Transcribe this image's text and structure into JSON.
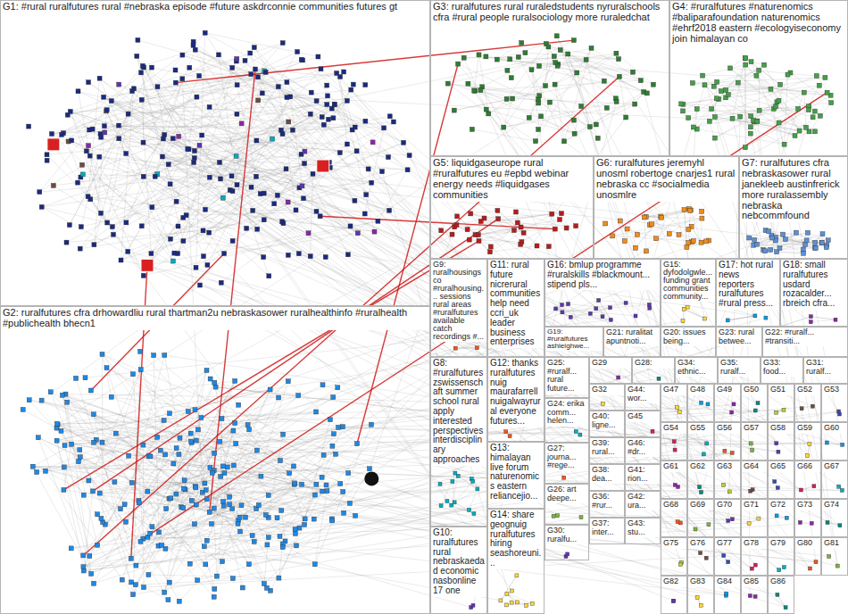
{
  "diagram": {
    "nodes": [
      {
        "text": [
          "G1: #rural ruralfutures rural #nebraska episode #future askdrconnie communities futures gt"
        ]
      },
      {
        "text": [
          "G2: ruralfutures cfra drhowardliu rural thartman2u nebraskasower ruralhealthinfo #ruralhealth #publichealth bhecn1"
        ]
      },
      {
        "text": [
          "G3: ruralfutures rural ruraledstudents nyruralschools cfra #rural people ruralsociology more ruraledchat"
        ]
      },
      {
        "text": [
          "G4: #ruralfutures #naturenomics #baliparafoundation naturenomics #ehrf2018 eastern #ecologyiseconomy join himalayan co"
        ]
      },
      {
        "text": [
          "G5: liquidgaseurope rural #ruralfutures eu #epbd webinar energy needs #liquidgases communities"
        ]
      },
      {
        "text": [
          "G6: ruralfutures jeremyhl unosml robertoge cnarjes1 rural nebraska cc #socialmedia unosmlre"
        ]
      },
      {
        "text": [
          "G7: ruralfutures cfra nebraskasower rural janekleeb austinfrerick more ruralassembly nebraska nebcommfound"
        ]
      },
      {
        "text": [
          "G9: ruralhousingsco #ruralhousing... sessions rural areas #ruralfutures available catch recordings #..."
        ]
      },
      {
        "text": [
          "G11: rural future nicrerural communities help need ccri_uk leader business enterprises"
        ]
      },
      {
        "text": [
          "G16: bmlup programme #ruralskills #blackmount... stipend pls..."
        ]
      },
      {
        "text": [
          "G15: dyfodolgwle... funding grant communities community..."
        ]
      },
      {
        "text": [
          "G17: hot rural news reporters ruralfutures #rural press..."
        ]
      },
      {
        "text": [
          "G18: small ruralfutures usdard rozacalder... rbreich cfra..."
        ]
      },
      {
        "text": [
          "G19: #ruralfutures ashleighwe..."
        ]
      },
      {
        "text": [
          "G21: ruralitat apuntnoti..."
        ]
      },
      {
        "text": [
          "G20: issues being..."
        ]
      },
      {
        "text": [
          "G23: rural betwee..."
        ]
      },
      {
        "text": [
          "G22: #ruralf... #transiti..."
        ]
      },
      {
        "text": [
          "G8: #ruralfutures zswissenschaft summer school rural apply interested perspectives interdisciplinary approaches"
        ]
      },
      {
        "text": [
          "G12: thanks ruralfutures nuig maurafarrell nuigalwayrural everyone futures..."
        ]
      },
      {
        "text": [
          "G13: himalayan live forum naturenomics eastern reliancejio..."
        ]
      },
      {
        "text": [
          "G10: ruralfutures rural nebraskaedad economic nasbonline 17 one"
        ]
      },
      {
        "text": [
          "G14: share geognuig ruralfutures hiring seashoreuni..."
        ]
      },
      {
        "text": [
          "G25: #ruralf... rural future..."
        ]
      },
      {
        "text": [
          "G29"
        ]
      },
      {
        "text": [
          "G28:"
        ]
      },
      {
        "text": [
          "G34: ethnic..."
        ]
      },
      {
        "text": [
          "G35: ruralf..."
        ]
      },
      {
        "text": [
          "G33: food..."
        ]
      },
      {
        "text": [
          "G31: ruralf..."
        ]
      },
      {
        "text": [
          "G24: erika comm... helen..."
        ]
      },
      {
        "text": [
          "G27: journa... #rege..."
        ]
      },
      {
        "text": [
          "G26: art deepe..."
        ]
      },
      {
        "text": [
          "G30: ruralfu..."
        ]
      },
      {
        "text": [
          "G32"
        ]
      },
      {
        "text": [
          "G40: ligne..."
        ]
      },
      {
        "text": [
          "G39: rural..."
        ]
      },
      {
        "text": [
          "G38: dea..."
        ]
      },
      {
        "text": [
          "G36: #rur..."
        ]
      },
      {
        "text": [
          "G37: inter..."
        ]
      },
      {
        "text": [
          "G44: wor..."
        ]
      },
      {
        "text": [
          "G45"
        ]
      },
      {
        "text": [
          "G46: #dr..."
        ]
      },
      {
        "text": [
          "G41: rion..."
        ]
      },
      {
        "text": [
          "G42: ura..."
        ]
      },
      {
        "text": [
          "G43: stu..."
        ]
      },
      {
        "text": [
          "G47"
        ]
      },
      {
        "text": [
          "G48"
        ]
      },
      {
        "text": [
          "G49"
        ]
      },
      {
        "text": [
          "G50"
        ]
      },
      {
        "text": [
          "G51"
        ]
      },
      {
        "text": [
          "G52"
        ]
      },
      {
        "text": [
          "G53"
        ]
      },
      {
        "text": [
          "G54"
        ]
      },
      {
        "text": [
          "G55"
        ]
      },
      {
        "text": [
          "G56"
        ]
      },
      {
        "text": [
          "G57"
        ]
      },
      {
        "text": [
          "G58"
        ]
      },
      {
        "text": [
          "G59"
        ]
      },
      {
        "text": [
          "G60"
        ]
      },
      {
        "text": [
          "G61"
        ]
      },
      {
        "text": [
          "G62"
        ]
      },
      {
        "text": [
          "G63"
        ]
      },
      {
        "text": [
          "G64"
        ]
      },
      {
        "text": [
          "G65"
        ]
      },
      {
        "text": [
          "G66"
        ]
      },
      {
        "text": [
          "G67"
        ]
      },
      {
        "text": [
          "G68"
        ]
      },
      {
        "text": [
          "G69"
        ]
      },
      {
        "text": [
          "G70"
        ]
      },
      {
        "text": [
          "G71"
        ]
      },
      {
        "text": [
          "G72"
        ]
      },
      {
        "text": [
          "G73"
        ]
      },
      {
        "text": [
          "G74"
        ]
      },
      {
        "text": [
          "G75"
        ]
      },
      {
        "text": [
          "G76"
        ]
      },
      {
        "text": [
          "G77"
        ]
      },
      {
        "text": [
          "G78"
        ]
      },
      {
        "text": [
          "G79"
        ]
      },
      {
        "text": [
          "G80"
        ]
      },
      {
        "text": [
          "G81"
        ]
      },
      {
        "text": [
          "G82"
        ]
      },
      {
        "text": [
          "G83"
        ]
      },
      {
        "text": [
          "G84"
        ]
      },
      {
        "text": [
          "G85"
        ]
      },
      {
        "text": [
          "G86"
        ]
      }
    ]
  }
}
